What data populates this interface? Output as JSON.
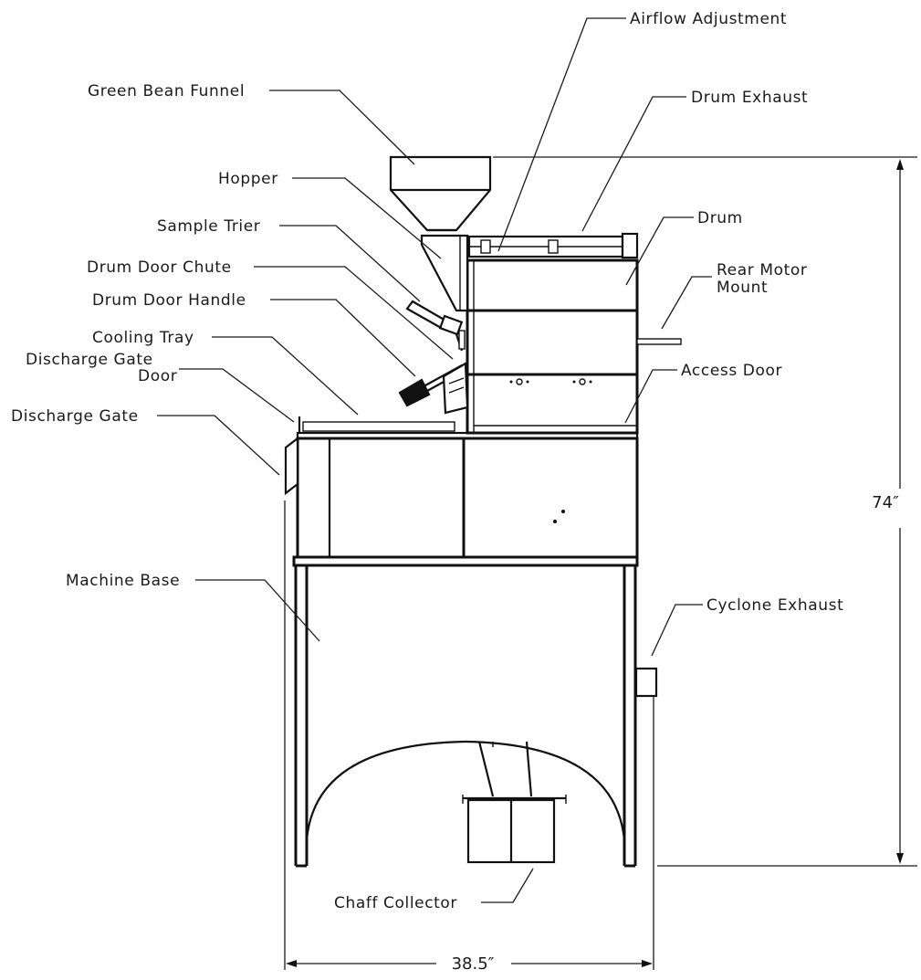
{
  "labels": {
    "airflow_adjustment": "Airflow Adjustment",
    "green_bean_funnel": "Green Bean Funnel",
    "drum_exhaust": "Drum Exhaust",
    "hopper": "Hopper",
    "sample_trier": "Sample Trier",
    "drum": "Drum",
    "drum_door_chute": "Drum Door Chute",
    "rear_motor_mount_1": "Rear Motor",
    "rear_motor_mount_2": "Mount",
    "drum_door_handle": "Drum Door Handle",
    "cooling_tray": "Cooling Tray",
    "discharge_gate_door_1": "Discharge Gate",
    "discharge_gate_door_2": "Door",
    "access_door": "Access Door",
    "discharge_gate": "Discharge Gate",
    "machine_base": "Machine Base",
    "cyclone_exhaust": "Cyclone Exhaust",
    "chaff_collector": "Chaff Collector"
  },
  "dimensions": {
    "height": "74″",
    "width": "38.5″"
  }
}
